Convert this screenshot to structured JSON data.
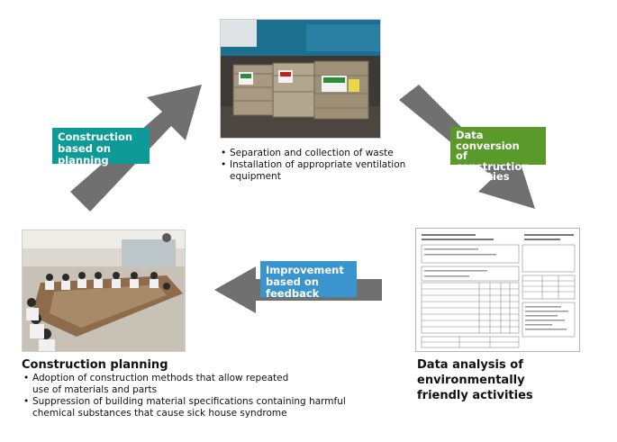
{
  "colors": {
    "arrow": "#707070",
    "teal": "#0e9a96",
    "green": "#5a9a2a",
    "blue": "#3a95cf"
  },
  "labels": {
    "construction_based_on_planning": "Construction\nbased on planning",
    "data_conversion": "Data conversion\nof construction\nactivities",
    "improvement": "Improvement\nbased on feedback"
  },
  "top": {
    "bullets": [
      "Separation and collection of waste",
      "Installation of appropriate ventilation\n  equipment"
    ]
  },
  "left": {
    "title": "Construction planning",
    "bullets": [
      "Adoption of construction methods that allow repeated\nuse of materials and parts",
      "Suppression of building material specifications containing harmful\nchemical substances that cause sick house syndrome"
    ]
  },
  "right": {
    "title": "Data analysis of environmentally\nfriendly activities"
  }
}
